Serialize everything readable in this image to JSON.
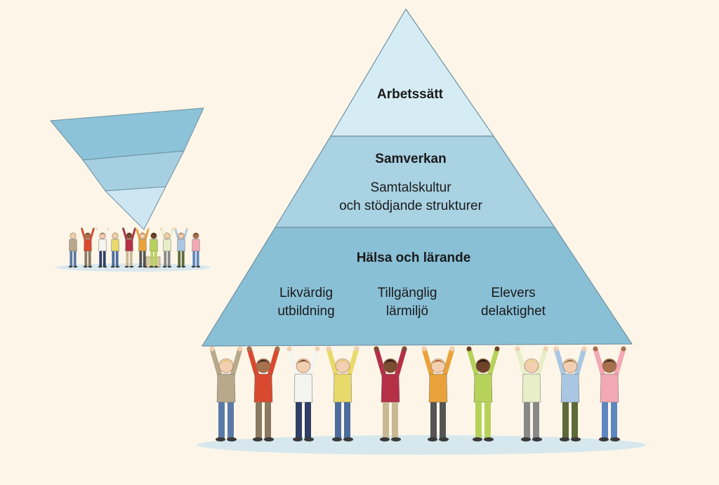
{
  "colors": {
    "background": "#fdf6e8",
    "tier_top": "#d6ecf4",
    "tier_middle": "#a9d2e3",
    "tier_bottom": "#8ac0d6",
    "ground_shadow": "#cfe5ef"
  },
  "pyramid": {
    "top": {
      "title": "Arbetssätt"
    },
    "middle": {
      "title": "Samverkan",
      "lines": [
        "Samtalskultur",
        "och stödjande strukturer"
      ]
    },
    "bottom": {
      "title": "Hälsa och lärande",
      "pillars": [
        {
          "lines": [
            "Likvärdig",
            "utbildning"
          ]
        },
        {
          "lines": [
            "Tillgänglig",
            "lärmiljö"
          ]
        },
        {
          "lines": [
            "Elevers",
            "delaktighet"
          ]
        }
      ]
    }
  },
  "people": [
    {
      "shirt": "#b7a98a",
      "pants": "#5b79a8",
      "hair": "#e6c77b",
      "skin": "#f1cfb0"
    },
    {
      "shirt": "#d9492f",
      "pants": "#8a7960",
      "hair": "#3a2418",
      "skin": "#a8714e"
    },
    {
      "shirt": "#f4f4f0",
      "pants": "#2e3e66",
      "hair": "#7a5030",
      "skin": "#f1cfb0"
    },
    {
      "shirt": "#e9d96a",
      "pants": "#4c6c9e",
      "hair": "#e8c86f",
      "skin": "#f1cfb0"
    },
    {
      "shirt": "#b52f47",
      "pants": "#c8b994",
      "hair": "#2a1a12",
      "skin": "#7a4c30"
    },
    {
      "shirt": "#e9a23a",
      "pants": "#555555",
      "hair": "#b0612e",
      "skin": "#f1cfb0"
    },
    {
      "shirt": "#b6d25a",
      "pants": "#b6d25a",
      "hair": "#1f1410",
      "skin": "#6e4329"
    },
    {
      "shirt": "#e8efc8",
      "pants": "#888888",
      "hair": "#ead48a",
      "skin": "#f1cfb0"
    },
    {
      "shirt": "#a9c7e2",
      "pants": "#5d6a3a",
      "hair": "#9a6a3c",
      "skin": "#f1cfb0"
    },
    {
      "shirt": "#f2a9b4",
      "pants": "#5e86c0",
      "hair": "#3a2418",
      "skin": "#a8714e"
    }
  ]
}
